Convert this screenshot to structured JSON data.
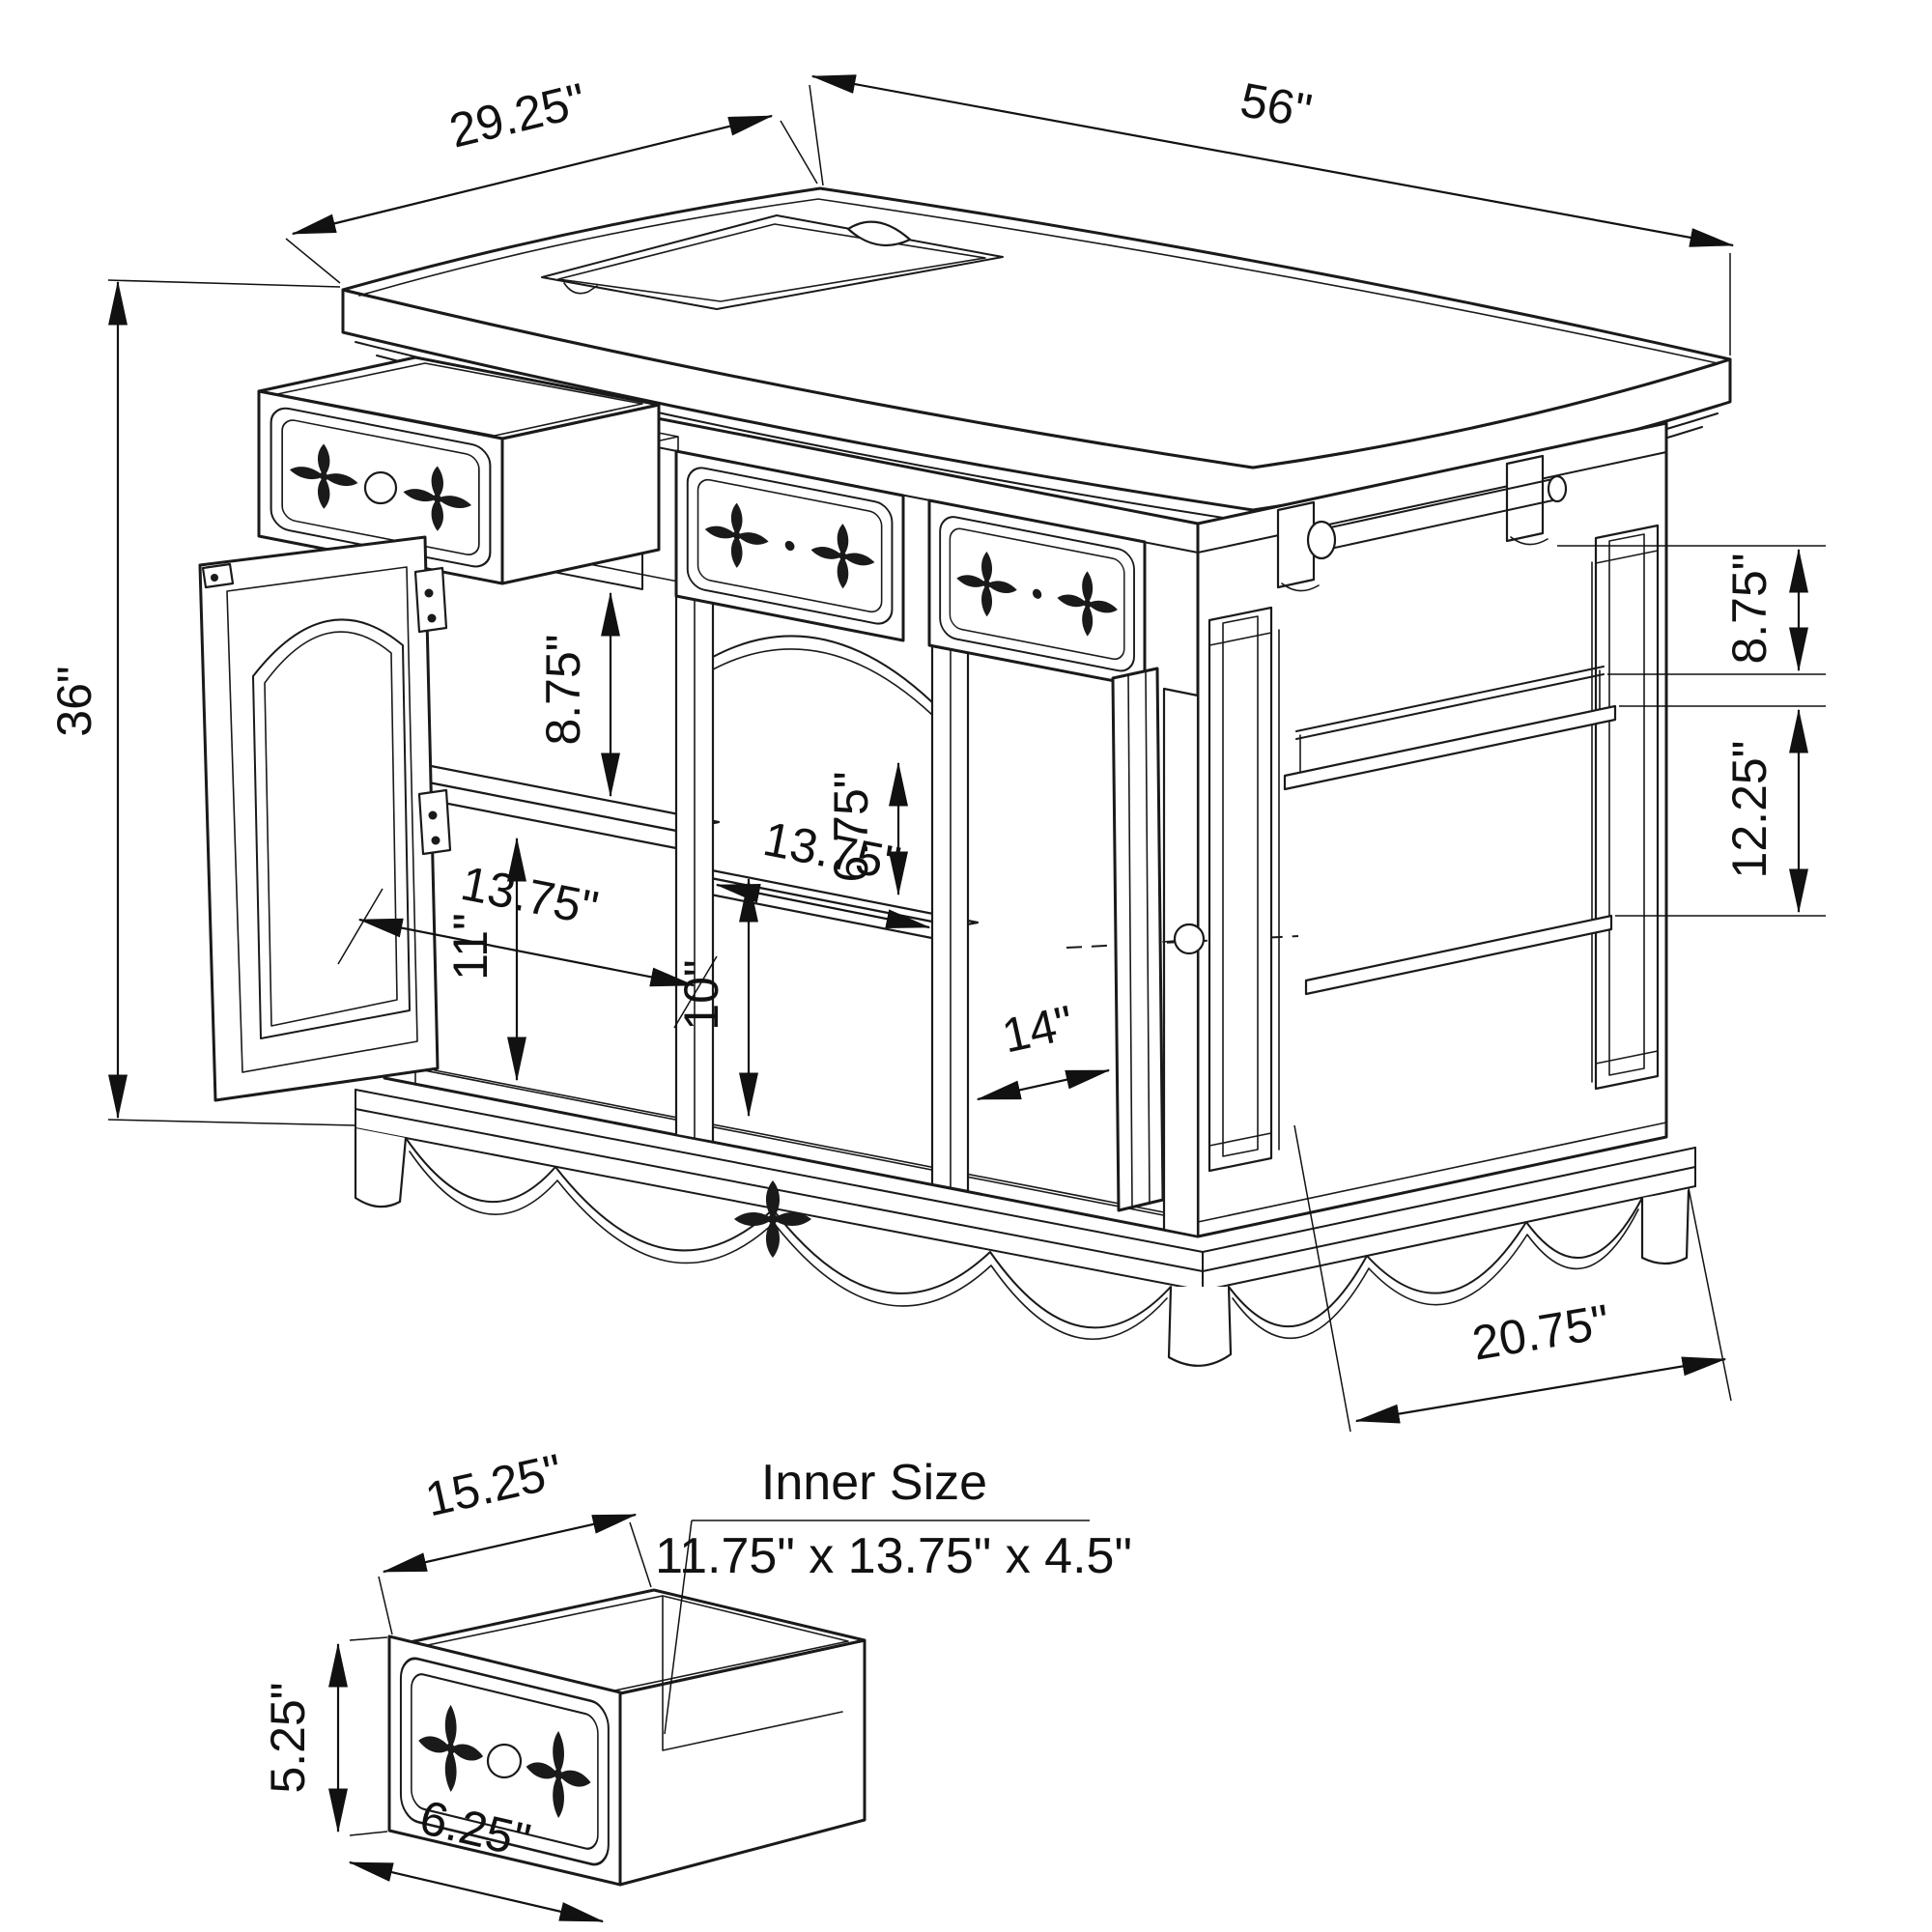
{
  "diagram": {
    "kind": "isometric cabinet dimension drawing",
    "colors": {
      "background": "#ffffff",
      "line": "#1a1a1a"
    }
  },
  "dims": {
    "top_depth": "29.25\"",
    "top_width": "56\"",
    "height": "36\"",
    "left_upper": "8.75\"",
    "left_lower": "11\"",
    "left_width": "13.75\"",
    "mid_upper": "6.75\"",
    "mid_width": "13.75\"",
    "mid_lower": "10\"",
    "right_width": "14\"",
    "side_upper": "8.75\"",
    "side_lower": "12.25\"",
    "side_depth": "20.75\"",
    "drawer_width": "15.25\"",
    "drawer_height": "5.25\"",
    "drawer_depth": "6.25\""
  },
  "note": {
    "title": "Inner Size",
    "size": "11.75\" x 13.75\" x 4.5\""
  }
}
